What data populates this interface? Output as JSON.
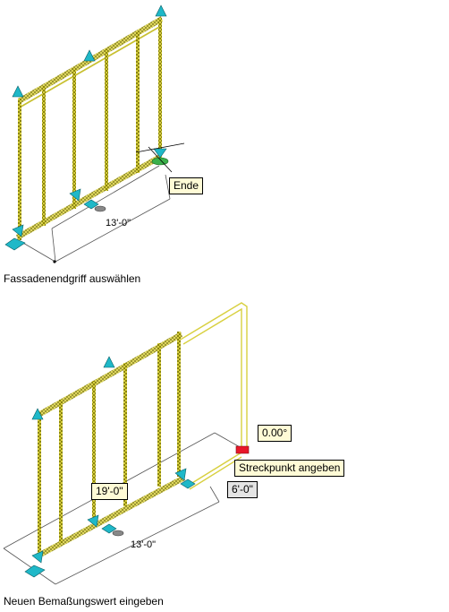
{
  "panel1": {
    "caption": "Fassadenendgriff auswählen",
    "tooltip": "Ende",
    "dimension": "13'-0\""
  },
  "panel2": {
    "caption": "Neuen Bemaßungswert eingeben",
    "angle_input": "0.00°",
    "tooltip": "Streckpunkt angeben",
    "dim_active": "19'-0\"",
    "dim_right": "6'-0\"",
    "dimension": "13'-0\""
  },
  "colors": {
    "frame": "#c8c030",
    "frame_dark": "#8a8410",
    "grip": "#1fb8c8",
    "grip_selected": "#e8182a",
    "grip_end": "#3ab04a",
    "tooltip_bg": "#fffbd6"
  },
  "icons": [
    "grip-arrow-icon",
    "grip-diamond-icon",
    "crosshair-icon"
  ]
}
